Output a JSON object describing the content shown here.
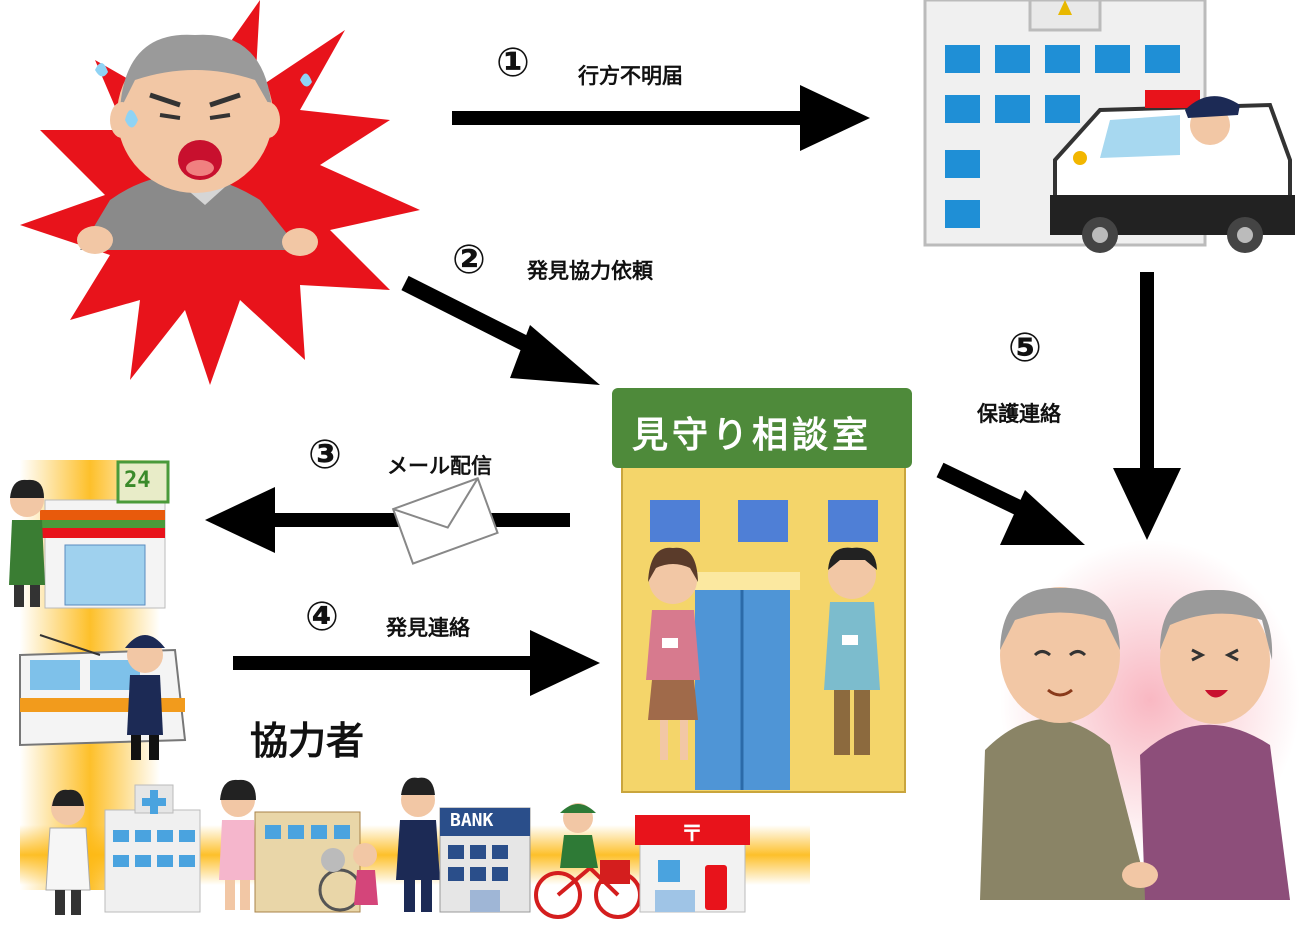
{
  "steps": [
    {
      "number": "①",
      "label": "行方不明届"
    },
    {
      "number": "②",
      "label": "発見協力依頼"
    },
    {
      "number": "③",
      "label": "メール配信"
    },
    {
      "number": "④",
      "label": "発見連絡"
    },
    {
      "number": "⑤",
      "label": "保護連絡"
    }
  ],
  "center": {
    "sign": "見守り相談室"
  },
  "cooperators": {
    "label": "協力者"
  },
  "signs": {
    "store": "24",
    "bank": "BANK",
    "post": "〒"
  },
  "colors": {
    "burst": "#e8131b",
    "arrow": "#000000",
    "sign_green": "#4e8a3a",
    "building_yellow": "#f4d56a",
    "cooperator_glow": "#fdb913",
    "window_blue": "#3d8fd6"
  },
  "icons": [
    "distressed-elderly-man-icon",
    "police-station-icon",
    "police-car-icon",
    "mail-envelope-icon",
    "convenience-store-icon",
    "train-conductor-icon",
    "hospital-icon",
    "care-facility-icon",
    "bank-icon",
    "mail-carrier-icon",
    "post-office-icon",
    "reunited-elderly-couple-icon",
    "counselor-woman-icon",
    "counselor-man-icon"
  ]
}
